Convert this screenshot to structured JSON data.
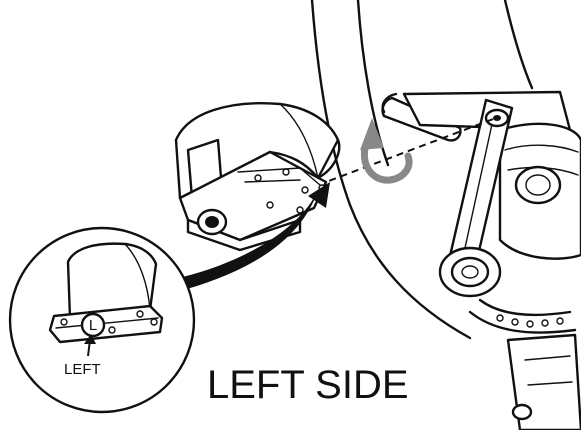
{
  "labels": {
    "side": "LEFT SIDE",
    "inset_pedal": "LEFT",
    "pedal_marking": "L"
  },
  "icons": {
    "install_arrow": "curved-arrow-icon",
    "rotate_arrow": "counterclockwise-rotate-icon"
  },
  "colors": {
    "line": "#111111",
    "arrow_gray": "#888888",
    "background": "#ffffff"
  }
}
